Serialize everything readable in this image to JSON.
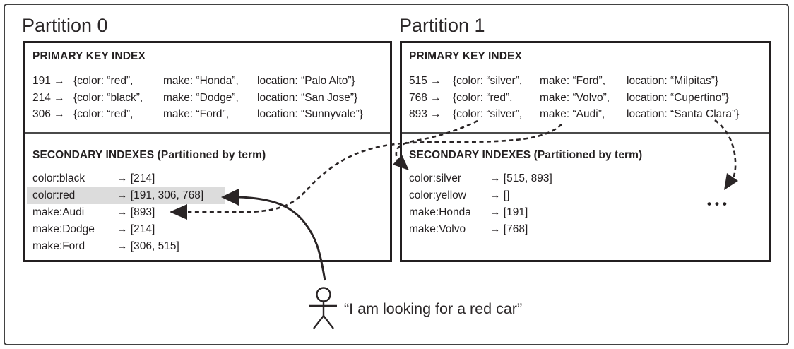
{
  "figure": {
    "partition0": {
      "title": "Partition 0",
      "primary_index": {
        "header": "PRIMARY KEY INDEX",
        "rows": [
          {
            "id": "191 →",
            "color": "{color: “red”,",
            "make": "make: “Honda”,",
            "location": "location: “Palo Alto”}"
          },
          {
            "id": "214 →",
            "color": "{color: “black”,",
            "make": "make: “Dodge”,",
            "location": "location: “San Jose”}"
          },
          {
            "id": "306 →",
            "color": "{color: “red”,",
            "make": "make: “Ford”,",
            "location": "location: “Sunnyvale”}"
          }
        ]
      },
      "secondary_indexes": {
        "header": "SECONDARY INDEXES (Partitioned by term)",
        "rows": [
          {
            "term": "color:black",
            "postings": "→ [214]"
          },
          {
            "term": "color:red",
            "postings": "→ [191, 306, 768]"
          },
          {
            "term": "make:Audi",
            "postings": "→ [893]"
          },
          {
            "term": "make:Dodge",
            "postings": "→ [214]"
          },
          {
            "term": "make:Ford",
            "postings": "→ [306, 515]"
          }
        ]
      }
    },
    "partition1": {
      "title": "Partition 1",
      "primary_index": {
        "header": "PRIMARY KEY INDEX",
        "rows": [
          {
            "id": "515 →",
            "color": "{color: “silver”,",
            "make": "make: “Ford”,",
            "location": "location: “Milpitas”}"
          },
          {
            "id": "768 →",
            "color": "{color: “red”,",
            "make": "make: “Volvo”,",
            "location": "location: “Cupertino”}"
          },
          {
            "id": "893 →",
            "color": "{color: “silver”,",
            "make": "make: “Audi”,",
            "location": "location: “Santa Clara”}"
          }
        ]
      },
      "secondary_indexes": {
        "header": "SECONDARY INDEXES (Partitioned by term)",
        "rows": [
          {
            "term": "color:silver",
            "postings": "→ [515, 893]"
          },
          {
            "term": "color:yellow",
            "postings": "→ []"
          },
          {
            "term": "make:Honda",
            "postings": "→ [191]"
          },
          {
            "term": "make:Volvo",
            "postings": "→ [768]"
          }
        ]
      }
    },
    "annotations": {
      "query_quote": "“I am looking for a red car”",
      "other_partitions_ellipsis": "•••"
    },
    "colors": {
      "highlight": "#dcdcdc",
      "ink": "#231f20"
    }
  }
}
